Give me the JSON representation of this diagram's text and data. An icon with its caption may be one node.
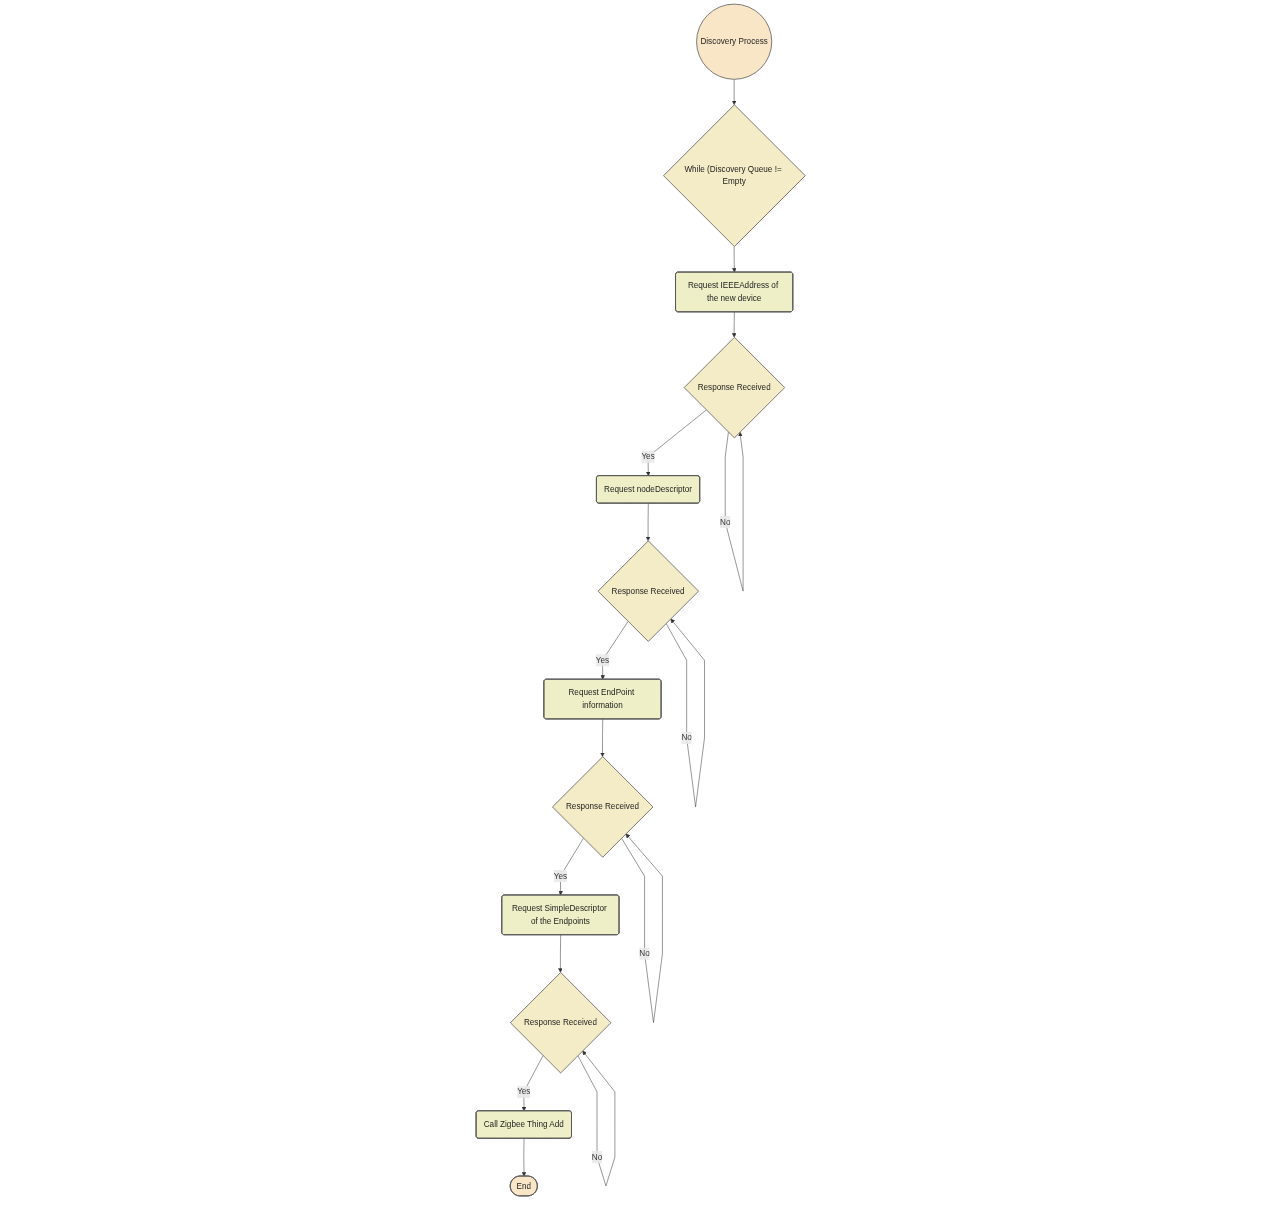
{
  "diagram": {
    "nodes": [
      {
        "text": [
          "Discovery Process"
        ]
      },
      {
        "text": [
          "While (Discovery Queue != Empty"
        ]
      },
      {
        "text": [
          "Request IEEEAddress of the new device"
        ]
      },
      {
        "text": [
          "Response Received"
        ]
      },
      {
        "text": [
          "Request nodeDescriptor"
        ]
      },
      {
        "text": [
          "Response Received"
        ]
      },
      {
        "text": [
          "Request EndPoint information"
        ]
      },
      {
        "text": [
          "Response Received"
        ]
      },
      {
        "text": [
          "Request SimpleDescriptor of the Endpoints"
        ]
      },
      {
        "text": [
          "Response Received"
        ]
      },
      {
        "text": [
          "Call Zigbee Thing Add"
        ]
      },
      {
        "text": [
          "End"
        ]
      }
    ],
    "edges": [
      {
        "from": 0,
        "to": 1,
        "arrow": "to"
      },
      {
        "from": 1,
        "to": 2,
        "arrow": "to"
      },
      {
        "from": 2,
        "to": 3,
        "arrow": "to"
      },
      {
        "from": 3,
        "to": 4,
        "arrow": "to",
        "label": "Yes"
      },
      {
        "from": 3,
        "to": 3,
        "arrow": "to",
        "label": "No"
      },
      {
        "from": 4,
        "to": 5,
        "arrow": "to"
      },
      {
        "from": 5,
        "to": 6,
        "arrow": "to",
        "label": "Yes"
      },
      {
        "from": 5,
        "to": 5,
        "arrow": "to",
        "label": "No"
      },
      {
        "from": 6,
        "to": 7,
        "arrow": "to"
      },
      {
        "from": 7,
        "to": 8,
        "arrow": "to",
        "label": "Yes"
      },
      {
        "from": 7,
        "to": 7,
        "arrow": "to",
        "label": "No"
      },
      {
        "from": 8,
        "to": 9,
        "arrow": "to"
      },
      {
        "from": 9,
        "to": 10,
        "arrow": "to",
        "label": "Yes"
      },
      {
        "from": 9,
        "to": 9,
        "arrow": "to",
        "label": "No"
      },
      {
        "from": 10,
        "to": 11,
        "arrow": "to"
      }
    ]
  }
}
